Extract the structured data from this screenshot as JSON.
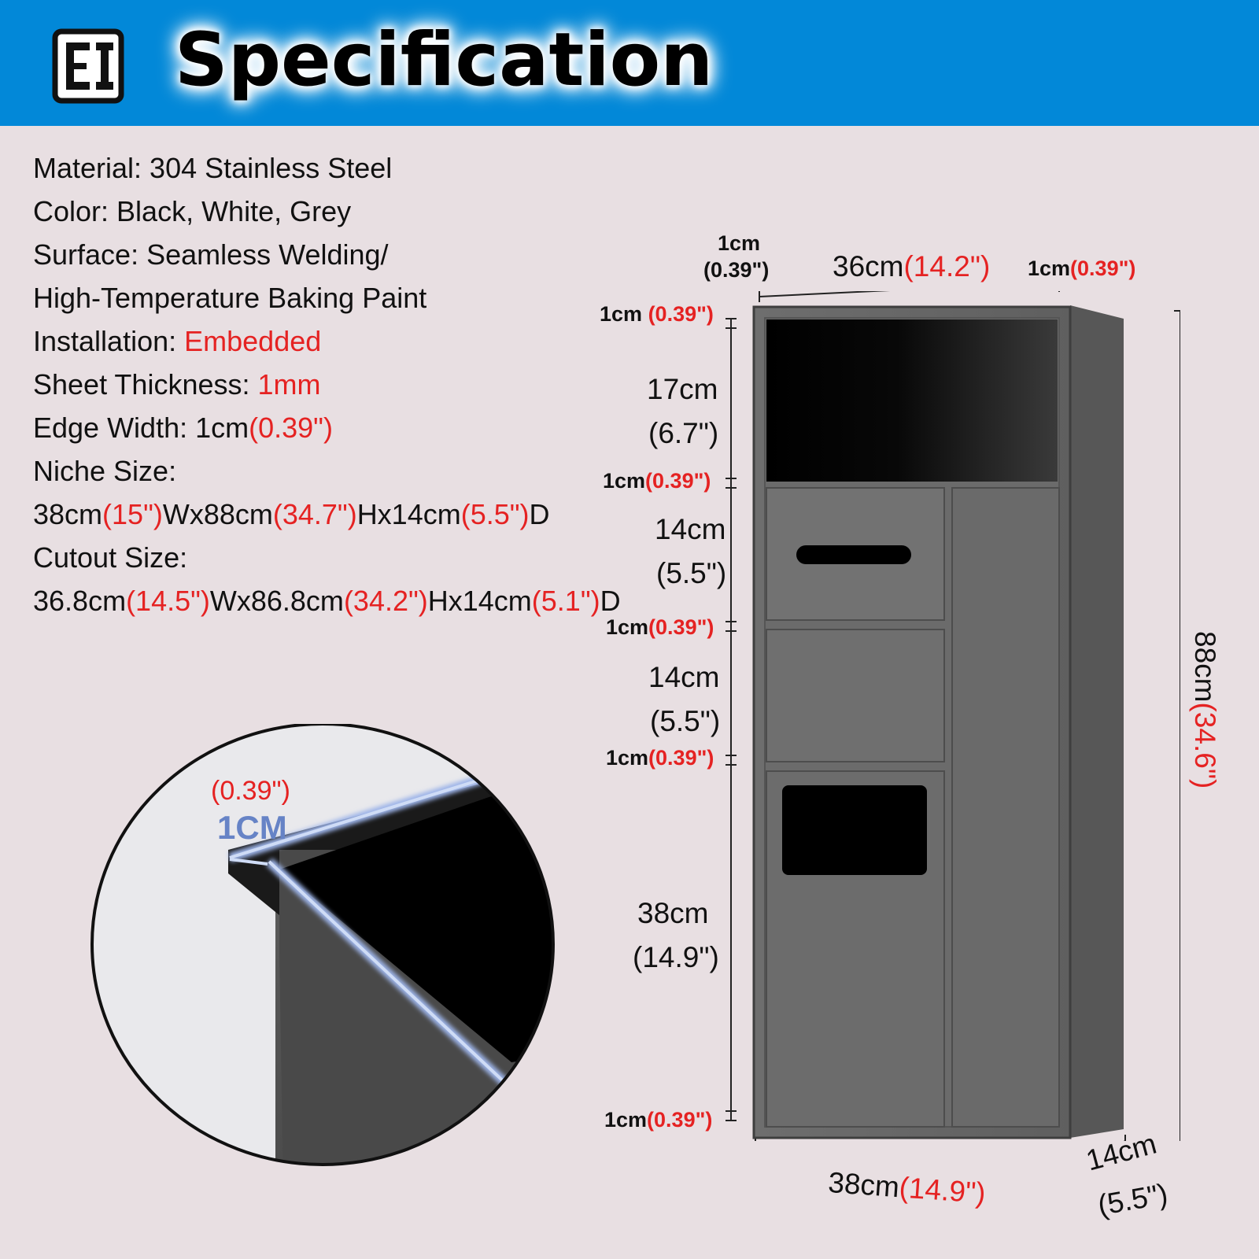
{
  "header": {
    "title": "Specification"
  },
  "specs": [
    {
      "label": "Material: ",
      "value": "304 Stainless Steel"
    },
    {
      "label": "Color: ",
      "value": "Black, White, Grey"
    },
    {
      "label": "Surface: ",
      "value": "Seamless Welding/"
    },
    {
      "label": "",
      "value": "High-Temperature Baking Paint"
    },
    {
      "label": "Installation: ",
      "value": "Embedded",
      "accent": true
    },
    {
      "label": "Sheet Thickness: ",
      "value": "1mm",
      "accent": true
    },
    {
      "label": "Edge Width: ",
      "value": "1cm",
      "inch": "(0.39\")"
    },
    {
      "label": "Niche Size:",
      "value": ""
    },
    {
      "label": "",
      "value": "38cm",
      "parts": [
        "38cm",
        "(15\")",
        "Wx88cm",
        "(34.7\")",
        "Hx14cm",
        "(5.5\")",
        "D"
      ]
    },
    {
      "label": "Cutout Size:",
      "value": ""
    },
    {
      "label": "",
      "value": "36.8cm",
      "parts": [
        "36.8cm",
        "(14.5\")",
        "Wx86.8cm",
        "(34.2\")",
        "Hx14cm",
        "(5.1\")",
        "D"
      ]
    }
  ],
  "edge_detail": {
    "inch": "(0.39\")",
    "cm": "1CM"
  },
  "dimensions": {
    "top_left_edge": {
      "cm": "1cm",
      "inch": "(0.39\")"
    },
    "top_width": {
      "cm": "36cm",
      "inch": "(14.2\")"
    },
    "top_right_edge": {
      "cm": "1cm",
      "inch": "(0.39\")"
    },
    "top_edge": {
      "cm": "1cm",
      "inch": "(0.39\")"
    },
    "shelf": {
      "cm": "17cm",
      "inch": "(6.7\")"
    },
    "divider1": {
      "cm": "1cm",
      "inch": "(0.39\")"
    },
    "drawer1": {
      "cm": "14cm",
      "inch": "(5.5\")"
    },
    "divider2": {
      "cm": "1cm",
      "inch": "(0.39\")"
    },
    "drawer2": {
      "cm": "14cm",
      "inch": "(5.5\")"
    },
    "divider3": {
      "cm": "1cm",
      "inch": "(0.39\")"
    },
    "bin": {
      "cm": "38cm",
      "inch": "(14.9\")"
    },
    "bottom_edge": {
      "cm": "1cm",
      "inch": "(0.39\")"
    },
    "total_height": {
      "cm": "88cm",
      "inch": "(34.6\")"
    },
    "bottom_width": {
      "cm": "38cm",
      "inch": "(14.9\")"
    },
    "depth": {
      "cm": "14cm",
      "inch": "(5.5\")"
    }
  },
  "colors": {
    "header": "#0288d8",
    "accent": "#e52222",
    "background": "#e8dfe2"
  }
}
